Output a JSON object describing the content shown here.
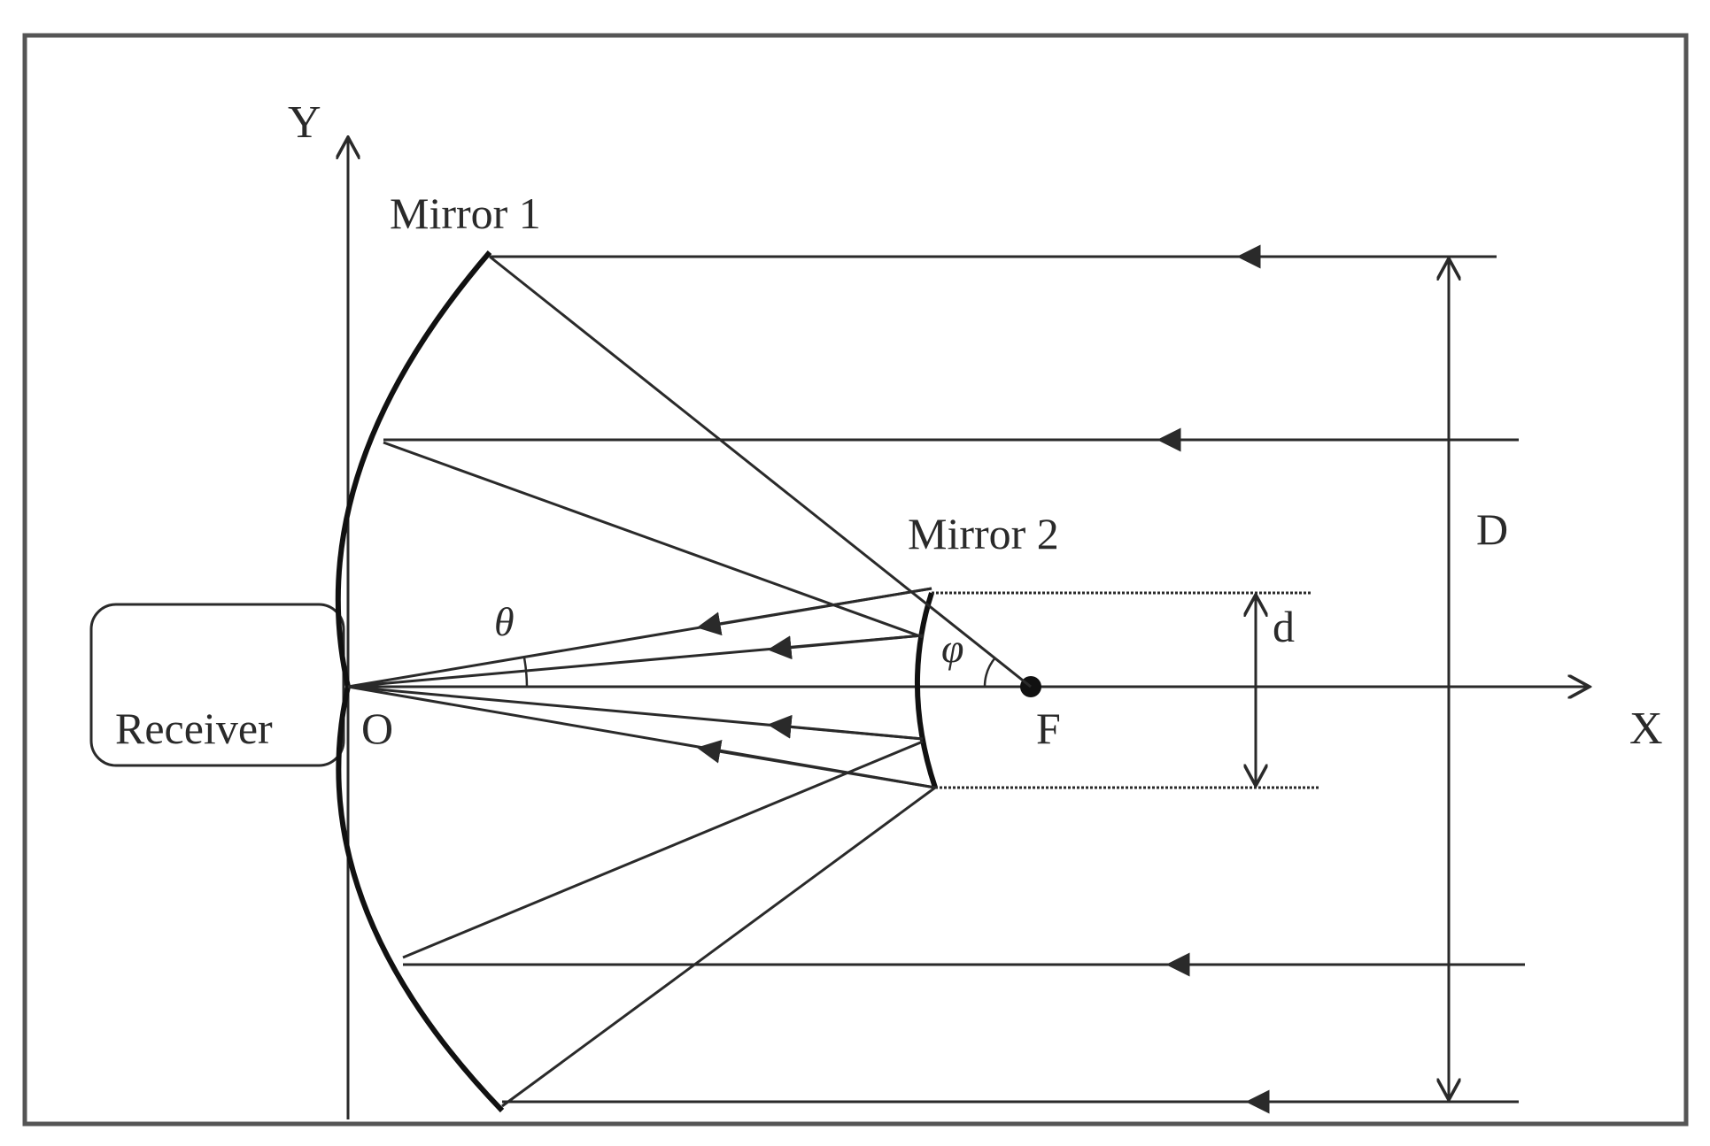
{
  "diagram": {
    "labels": {
      "y_axis": "Y",
      "x_axis": "X",
      "origin": "O",
      "focus": "F",
      "mirror1": "Mirror  1",
      "mirror2": "Mirror  2",
      "receiver": "Receiver",
      "big_aperture": "D",
      "small_aperture": "d",
      "theta": "θ",
      "phi": "φ"
    },
    "colors": {
      "line": "#2a2a2a",
      "frame": "#555555",
      "background": "#ffffff"
    }
  }
}
